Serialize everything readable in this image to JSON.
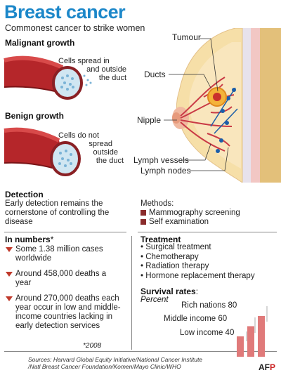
{
  "header": {
    "title": "Breast cancer",
    "subtitle": "Commonest cancer to strike women"
  },
  "growth": {
    "malignant_title": "Malignant growth",
    "malignant_text_1": "Cells spread in",
    "malignant_text_2": "and outside",
    "malignant_text_3": "the duct",
    "benign_title": "Benign growth",
    "benign_text_1": "Cells do not",
    "benign_text_2": "spread",
    "benign_text_3": "outside",
    "benign_text_4": "the duct"
  },
  "anatomy": {
    "tumour": "Tumour",
    "ducts": "Ducts",
    "nipple": "Nipple",
    "lymph_vessels": "Lymph vessels",
    "lymph_nodes": "Lymph nodes"
  },
  "detection": {
    "title": "Detection",
    "text_1": "Early detection remains the",
    "text_2": "cornerstone of controlling the",
    "text_3": "disease",
    "methods_title": "Methods:",
    "method_1": "Mammography screening",
    "method_2": "Self examination"
  },
  "numbers": {
    "title": "In numbers",
    "title_mark": "*",
    "item_1": "Some 1.38 million cases worldwide",
    "item_2": "Around 458,000 deaths a year",
    "item_3": "Around 270,000 deaths each year occur in low and middle-income countries lacking in early detection services",
    "footnote": "*2008"
  },
  "treatment": {
    "title": "Treatment",
    "items": [
      "Surgical treatment",
      "Chemotherapy",
      "Radiation therapy",
      "Hormone replacement therapy"
    ]
  },
  "survival": {
    "title": "Survival rates",
    "title_suffix": ":",
    "unit": "Percent",
    "rich_label": "Rich nations 80",
    "middle_label": "Middle income 60",
    "low_label": "Low income 40"
  },
  "chart_data": {
    "type": "bar",
    "categories": [
      "Low income",
      "Middle income",
      "Rich nations"
    ],
    "values": [
      40,
      60,
      80
    ],
    "ylabel": "Percent",
    "title": "Survival rates"
  },
  "footer": {
    "sources_1": "Sources: Harvard Global Equity Initiative/National Cancer Institute",
    "sources_2": "/Natl Breast Cancer Foundation/Komen/Mayo Clinic/WHO",
    "agency_a": "AF",
    "agency_p": "P"
  },
  "colors": {
    "title_blue": "#1c87c9",
    "duct_red": "#b5262a",
    "bullet_red": "#c0392b",
    "bar_red": "#e07a7a",
    "skin": "#f4d9a6"
  }
}
